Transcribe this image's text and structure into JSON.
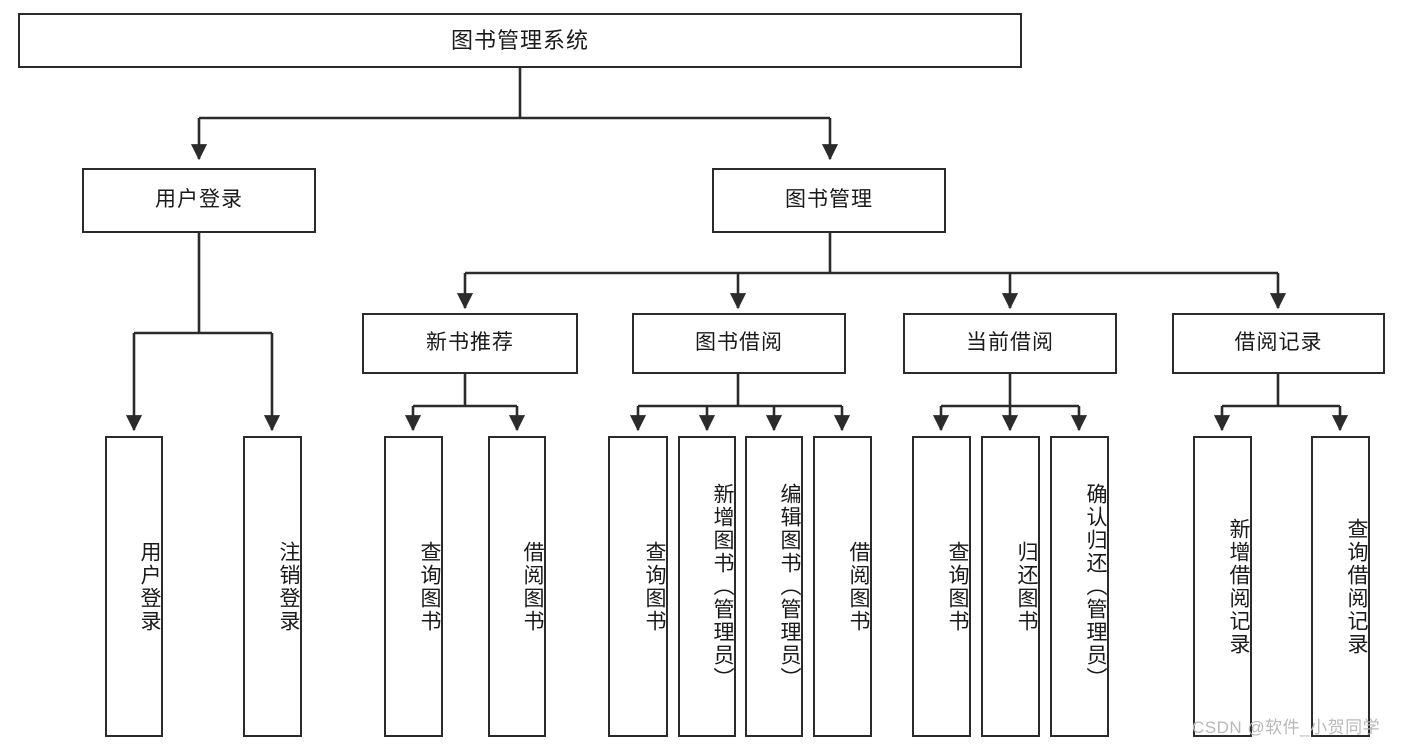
{
  "diagram": {
    "title": "图书管理系统",
    "type": "tree",
    "orientation": "top-down",
    "colors": {
      "box_border": "#2b2b2b",
      "box_fill": "#ffffff",
      "connector": "#2b2b2b",
      "text": "#1a1a1a",
      "watermark": "#b9b9b9",
      "background": "#ffffff"
    }
  },
  "nodes": {
    "root": {
      "label": "图书管理系统",
      "level": 1
    },
    "level2": [
      {
        "id": "user-login",
        "label": "用户登录"
      },
      {
        "id": "book-manage",
        "label": "图书管理"
      }
    ],
    "level3": [
      {
        "id": "new-book-recommend",
        "label": "新书推荐"
      },
      {
        "id": "book-borrow",
        "label": "图书借阅"
      },
      {
        "id": "current-borrow",
        "label": "当前借阅"
      },
      {
        "id": "borrow-record",
        "label": "借阅记录"
      }
    ],
    "leaves": {
      "user-login": [
        {
          "id": "leaf-user-login",
          "label": "用户登录"
        },
        {
          "id": "leaf-logout-login",
          "label": "注销登录"
        }
      ],
      "new-book-recommend": [
        {
          "id": "leaf-query-book-1",
          "label": "查询图书"
        },
        {
          "id": "leaf-borrow-book-1",
          "label": "借阅图书"
        }
      ],
      "book-borrow": [
        {
          "id": "leaf-query-book-2",
          "label": "查询图书"
        },
        {
          "id": "leaf-add-book",
          "label": "新增图书（管理员）"
        },
        {
          "id": "leaf-edit-book",
          "label": "编辑图书（管理员）"
        },
        {
          "id": "leaf-borrow-book-2",
          "label": "借阅图书"
        }
      ],
      "current-borrow": [
        {
          "id": "leaf-query-book-3",
          "label": "查询图书"
        },
        {
          "id": "leaf-return-book",
          "label": "归还图书"
        },
        {
          "id": "leaf-confirm-return",
          "label": "确认归还（管理员）"
        }
      ],
      "borrow-record": [
        {
          "id": "leaf-add-record",
          "label": "新增借阅记录"
        },
        {
          "id": "leaf-query-record",
          "label": "查询借阅记录"
        }
      ]
    }
  },
  "watermark": {
    "text": "CSDN @软件_小贺同学"
  }
}
